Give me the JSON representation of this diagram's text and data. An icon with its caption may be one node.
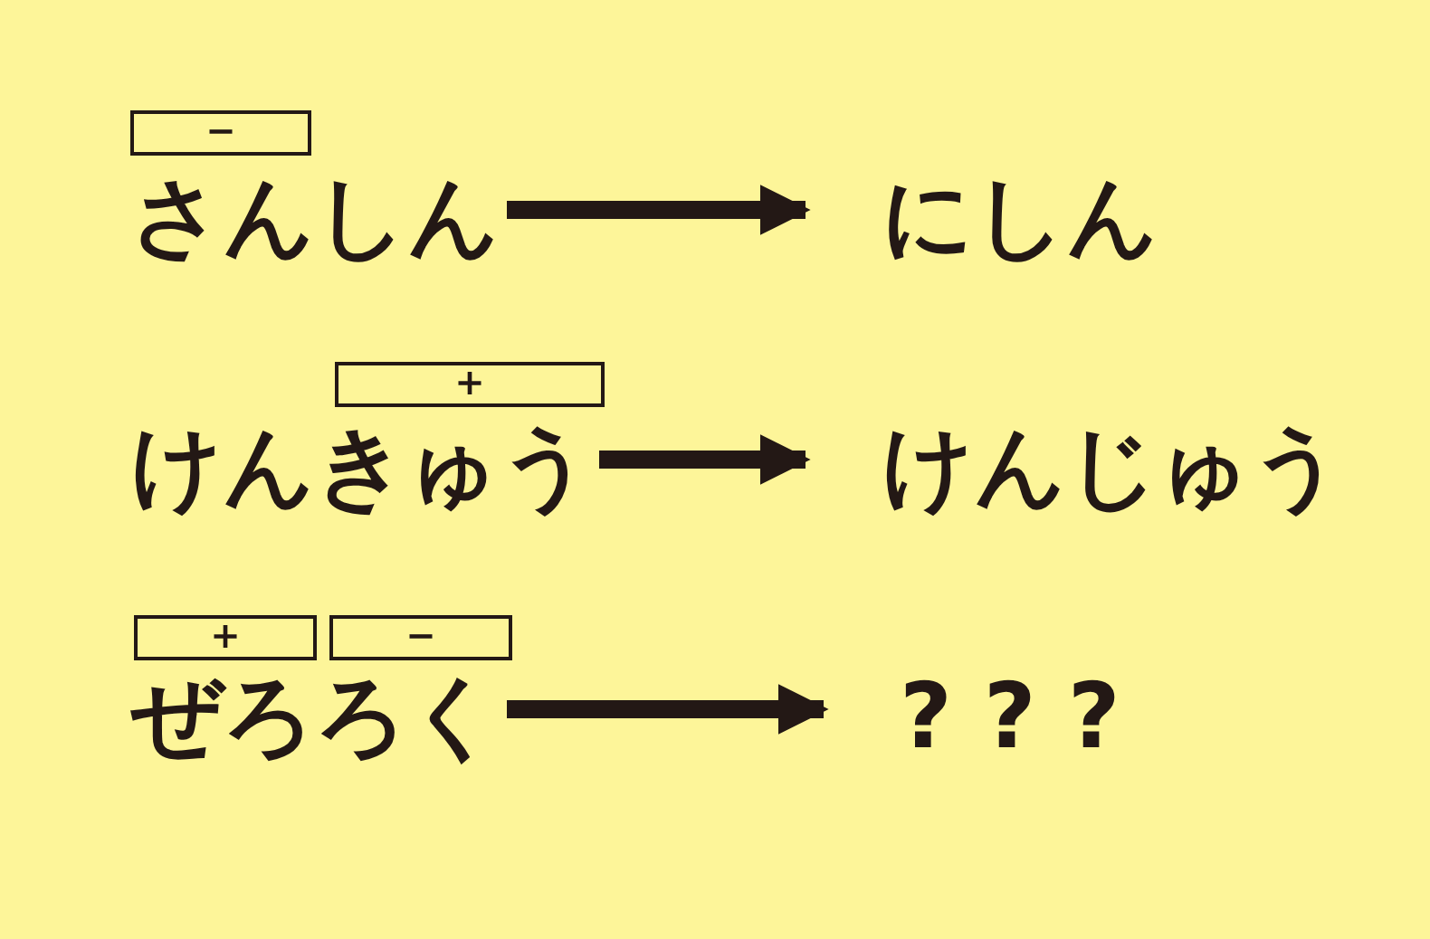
{
  "diagram": {
    "nodes": [
      {
        "text": [
          "−"
        ]
      },
      {
        "text": [
          "さんしん"
        ]
      },
      {
        "text": [
          "にしん"
        ]
      },
      {
        "text": [
          "+"
        ]
      },
      {
        "text": [
          "けんきゅう"
        ]
      },
      {
        "text": [
          "けんじゅう"
        ]
      },
      {
        "text": [
          "+"
        ]
      },
      {
        "text": [
          "−"
        ]
      },
      {
        "text": [
          "ぜろろく"
        ]
      },
      {
        "text": [
          "? ? ?"
        ]
      }
    ],
    "edges": [
      {
        "from": 1,
        "to": 2,
        "arrow": "to"
      },
      {
        "from": 4,
        "to": 5,
        "arrow": "to"
      },
      {
        "from": 8,
        "to": 9,
        "arrow": "to"
      }
    ]
  }
}
